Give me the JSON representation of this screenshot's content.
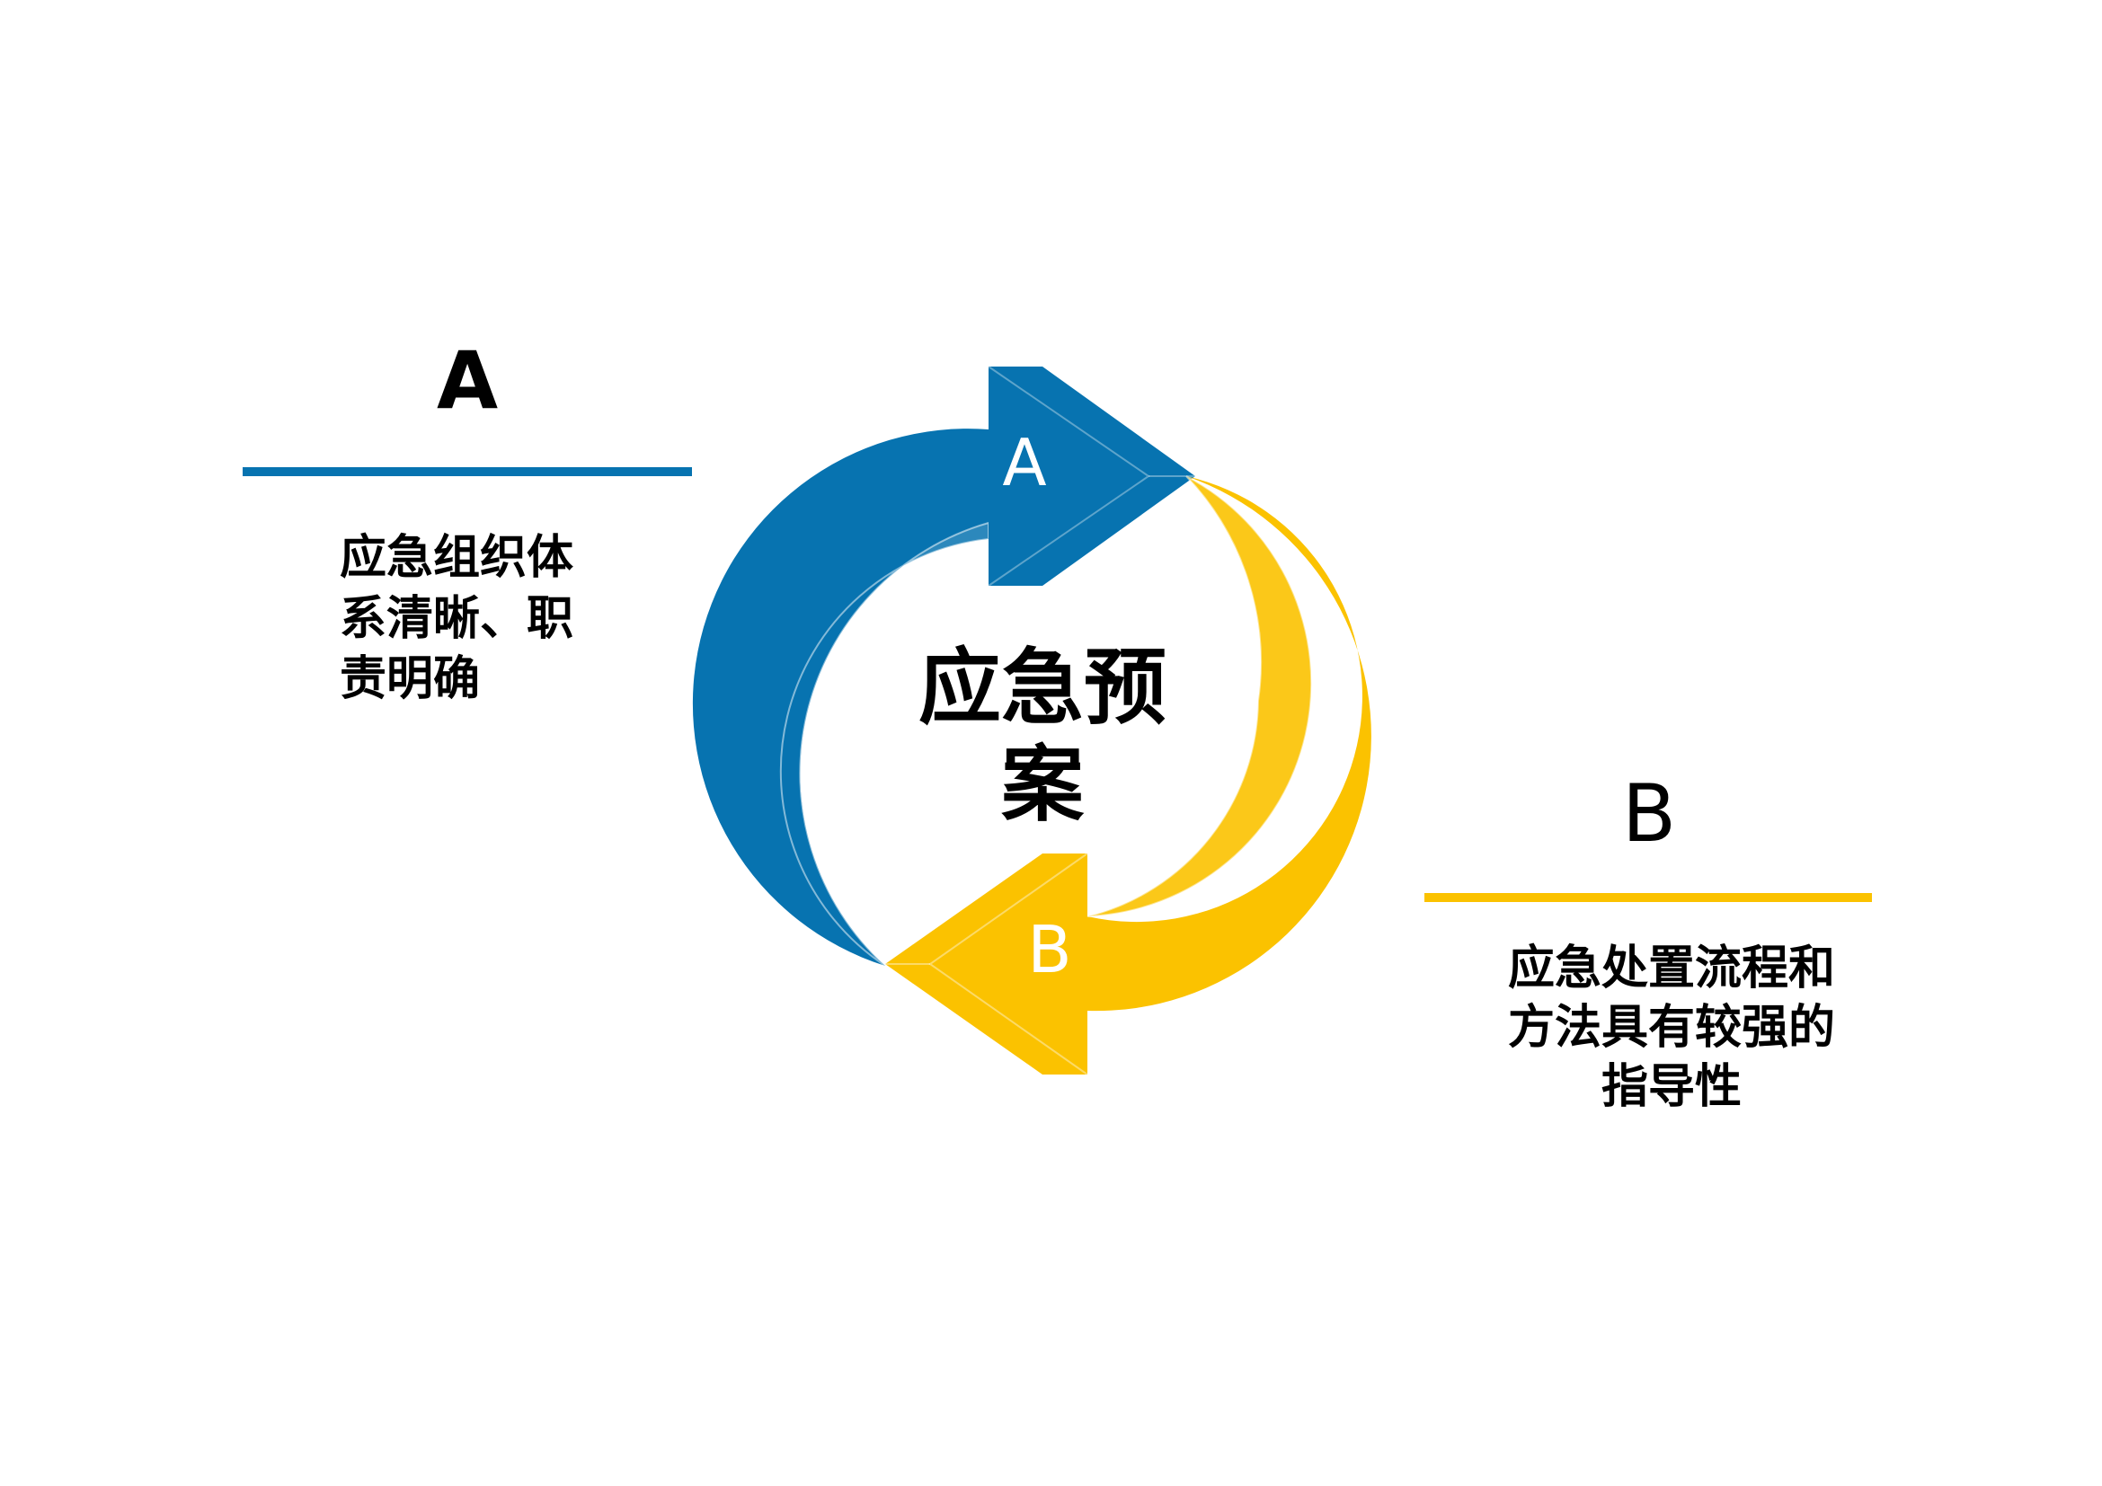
{
  "center": {
    "title": "应急预案"
  },
  "arrow_a": {
    "label": "A",
    "color": "#0773B0"
  },
  "arrow_b": {
    "label": "B",
    "color": "#FBC200"
  },
  "section_a": {
    "heading": "A",
    "text": "应急组织体系清晰、职责明确",
    "rule_color": "#0773B0"
  },
  "section_b": {
    "heading": "B",
    "text": "应急处置流程和方法具有较强的指导性",
    "rule_color": "#FBC200"
  }
}
